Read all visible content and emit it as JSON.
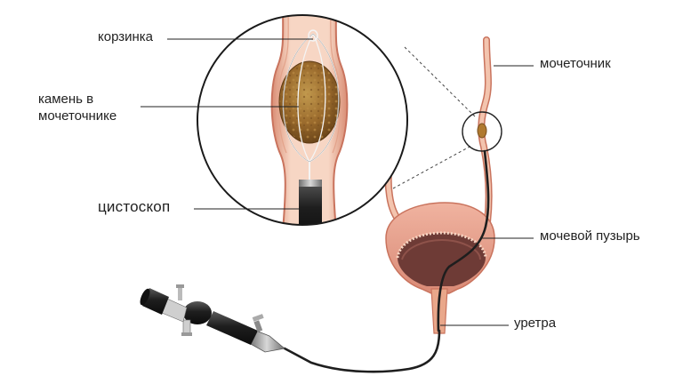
{
  "labels": {
    "basket": "корзинка",
    "stone_line1": "камень в",
    "stone_line2": "мочеточнике",
    "cystoscope": "цистоскоп",
    "ureter": "мочеточник",
    "bladder": "мочевой пузырь",
    "urethra": "уретра"
  },
  "colors": {
    "tissue_light": "#f6cdb8",
    "tissue_mid": "#e9a78a",
    "tissue_dark": "#c9735d",
    "bladder_inner": "#6e3b36",
    "stone": "#9a6a2c",
    "scope_black": "#1e1e1e",
    "scope_metal": "#9a9a9a",
    "leader_line": "#222222"
  }
}
